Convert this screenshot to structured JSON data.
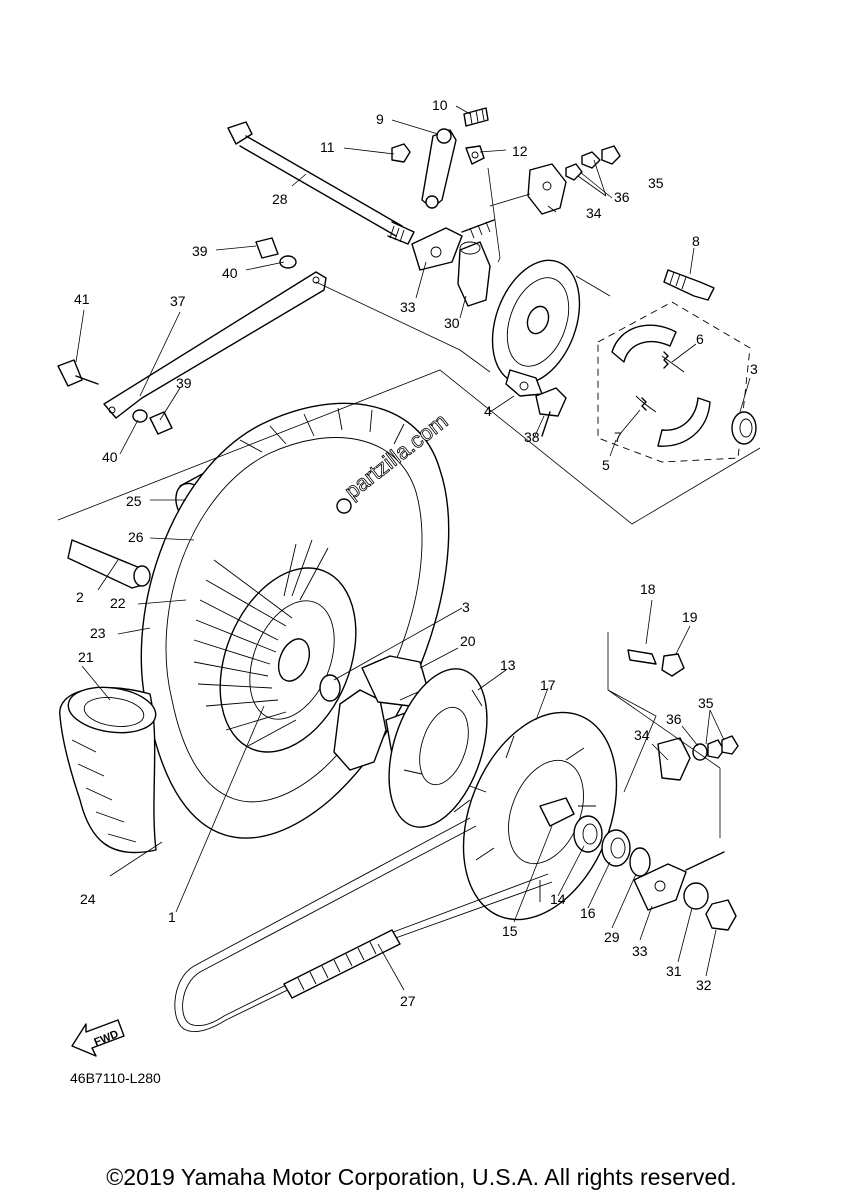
{
  "diagram": {
    "callouts": {
      "c1": "1",
      "c2": "2",
      "c3a": "3",
      "c3b": "3",
      "c4": "4",
      "c5": "5",
      "c6": "6",
      "c7": "7",
      "c8": "8",
      "c9": "9",
      "c10": "10",
      "c11": "11",
      "c12": "12",
      "c13": "13",
      "c14": "14",
      "c15": "15",
      "c16": "16",
      "c17": "17",
      "c18": "18",
      "c19": "19",
      "c20": "20",
      "c21": "21",
      "c22": "22",
      "c23": "23",
      "c24": "24",
      "c25": "25",
      "c26": "26",
      "c27": "27",
      "c28": "28",
      "c29": "29",
      "c30": "30",
      "c31": "31",
      "c32": "32",
      "c33a": "33",
      "c33b": "33",
      "c34a": "34",
      "c34b": "34",
      "c35a": "35",
      "c35b": "35",
      "c36a": "36",
      "c36b": "36",
      "c37": "37",
      "c38": "38",
      "c39a": "39",
      "c39b": "39",
      "c40a": "40",
      "c40b": "40",
      "c41": "41"
    },
    "fwd_label": "FWD",
    "watermark": "partzilla.com"
  },
  "footer": {
    "diagram_code": "46B7110-L280",
    "copyright": "©2019 Yamaha Motor Corporation, U.S.A. All rights reserved."
  }
}
